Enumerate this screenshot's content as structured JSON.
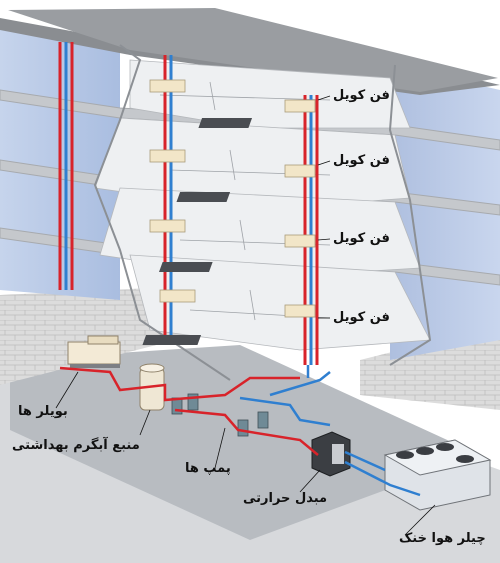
{
  "labels": {
    "fan_coil_1": "فن کویل",
    "fan_coil_2": "فن کویل",
    "fan_coil_3": "فن کویل",
    "fan_coil_4": "فن کویل",
    "boilers": "بویلر ها",
    "hot_water_tank": "منبع آبگرم بهداشتی",
    "pumps": "پمپ ها",
    "heat_exchanger": "مبدل حرارتی",
    "air_cooled_chiller": "چیلر هوا خنک"
  },
  "colors": {
    "supply_pipe": "#d8232a",
    "return_pipe": "#2f7fd0",
    "floor_slab": "#bfc2c6",
    "glass_facade": "#b9cbe6",
    "brick": "#d9d9d9"
  }
}
